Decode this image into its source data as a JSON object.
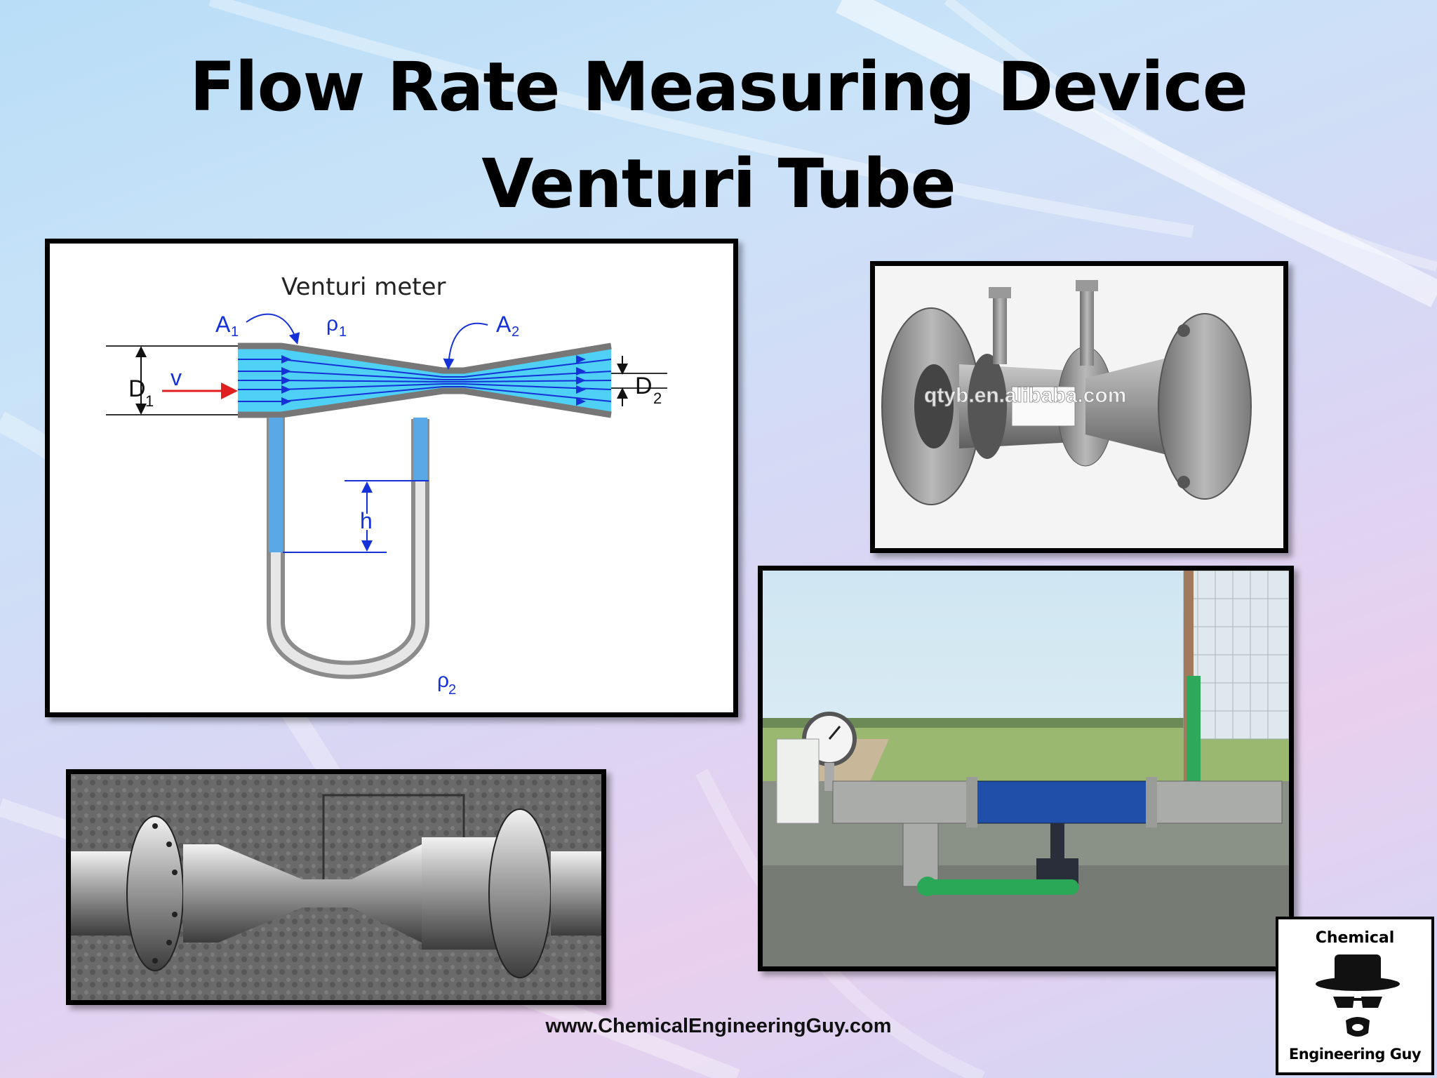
{
  "slide": {
    "title_line1": "Flow Rate Measuring Device",
    "title_line2": "Venturi Tube",
    "footer_url": "www.ChemicalEngineeringGuy.com"
  },
  "diagram": {
    "title": "Venturi meter",
    "labels": {
      "a1": "A",
      "a1_sub": "1",
      "a2": "A",
      "a2_sub": "2",
      "rho1": "ρ",
      "rho1_sub": "1",
      "rho2": "ρ",
      "rho2_sub": "2",
      "d1": "D",
      "d1_sub": "1",
      "d2": "D",
      "d2_sub": "2",
      "v": "v",
      "h": "h"
    }
  },
  "photo_flanged": {
    "watermark": "qtyb.en.alibaba.com"
  },
  "logo": {
    "top_text": "Chemical",
    "bottom_text": "Engineering Guy"
  },
  "colors": {
    "fluid": "#4fd0f5",
    "flow_arrows": "#1432d8",
    "velocity_arrow": "#e02020",
    "manometer_fluid": "#5aa9e6"
  }
}
